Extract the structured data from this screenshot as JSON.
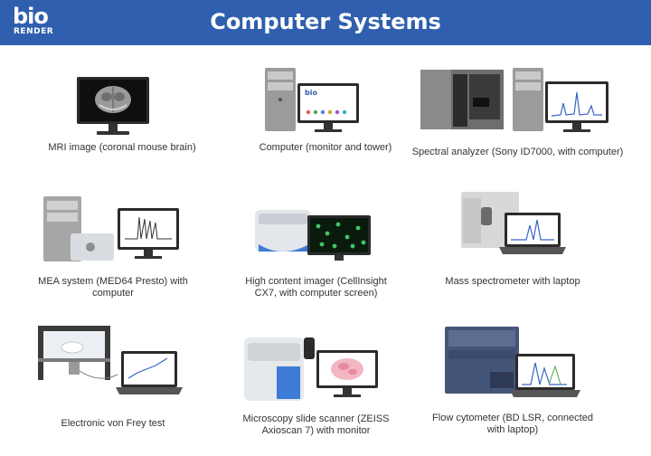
{
  "brand": {
    "logo_line1": "bio",
    "logo_line2": "RENDER"
  },
  "title": "Computer Systems",
  "colors": {
    "header": "#2f5fae",
    "screen_dark": "#1d2433",
    "plot_line": "#3a64c8",
    "caption": "#333333"
  },
  "items": [
    {
      "caption": "MRI image (coronal mouse brain)"
    },
    {
      "caption": "Computer (monitor and tower)"
    },
    {
      "caption": "Spectral analyzer (Sony ID7000, with computer)"
    },
    {
      "caption": "MEA system (MED64 Presto) with computer"
    },
    {
      "caption": "High content imager (CellInsight CX7, with computer screen)"
    },
    {
      "caption": "Mass spectrometer with laptop"
    },
    {
      "caption": "Electronic von Frey test"
    },
    {
      "caption": "Microscopy slide scanner (ZEISS Axioscan 7) with monitor"
    },
    {
      "caption": "Flow cytometer  (BD LSR, connected with laptop)"
    }
  ]
}
